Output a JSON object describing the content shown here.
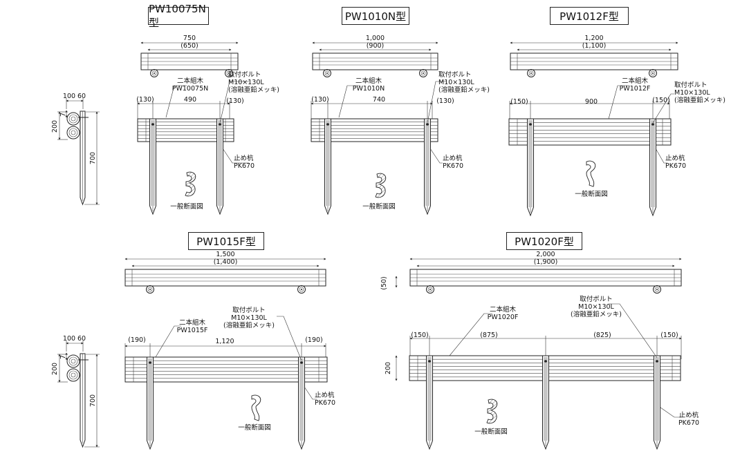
{
  "models": [
    {
      "id": "m1",
      "title": "PW10075N型",
      "total": "750",
      "inner": "(650)",
      "left_end": "(130)",
      "span": "490",
      "right_end": "(130)",
      "product_code": "PW10075N"
    },
    {
      "id": "m2",
      "title": "PW1010N型",
      "total": "1,000",
      "inner": "(900)",
      "left_end": "(130)",
      "span": "740",
      "right_end": "(130)",
      "product_code": "PW1010N"
    },
    {
      "id": "m3",
      "title": "PW1012F型",
      "total": "1,200",
      "inner": "(1,100)",
      "left_end": "(150)",
      "span": "900",
      "right_end": "(150)",
      "product_code": "PW1012F"
    },
    {
      "id": "m4",
      "title": "PW1015F型",
      "total": "1,500",
      "inner": "(1,400)",
      "left_end": "(190)",
      "span": "1,120",
      "right_end": "(190)",
      "product_code": "PW1015F"
    },
    {
      "id": "m5",
      "title": "PW1020F型",
      "total": "2,000",
      "inner": "(1,900)",
      "left_end": "(150)",
      "span1": "(875)",
      "span2": "(825)",
      "right_end": "(150)",
      "product_code": "PW1020F",
      "height_side": "(50)"
    }
  ],
  "labels": {
    "two_log": "二本組木",
    "bolt_title": "取付ボルト",
    "bolt_size": "M10×130L",
    "bolt_finish": "(溶融亜鉛メッキ)",
    "stake_title": "止め杭",
    "stake_code": "PK670",
    "section": "一般断面図"
  },
  "side_view": {
    "w1": "100",
    "w2": "60",
    "h_log": "200",
    "gap": "7",
    "h_stake": "700"
  },
  "height_200": "200"
}
